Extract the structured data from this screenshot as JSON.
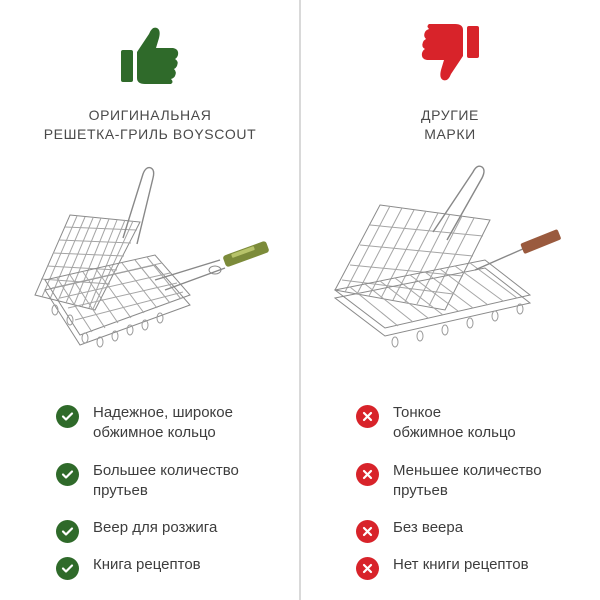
{
  "colors": {
    "good": "#2f6a2a",
    "bad": "#d8232a",
    "divider": "#d9d9d9",
    "handle_green": "#7c8b3a",
    "handle_brown": "#9a5a3e"
  },
  "left": {
    "icon": "thumbs-up-icon",
    "title_line1": "ОРИГИНАЛЬНАЯ",
    "title_line2": "РЕШЕТКА-ГРИЛЬ BOYSCOUT",
    "features": [
      {
        "icon": "check-icon",
        "line1": "Надежное, широкое",
        "line2": "обжимное кольцо"
      },
      {
        "icon": "check-icon",
        "line1": "Большее количество",
        "line2": "прутьев"
      },
      {
        "icon": "check-icon",
        "line1": "Веер для розжига",
        "line2": ""
      },
      {
        "icon": "check-icon",
        "line1": "Книга рецептов",
        "line2": ""
      }
    ]
  },
  "right": {
    "icon": "thumbs-down-icon",
    "title_line1": "ДРУГИЕ",
    "title_line2": "МАРКИ",
    "features": [
      {
        "icon": "cross-icon",
        "line1": "Тонкое",
        "line2": "обжимное кольцо"
      },
      {
        "icon": "cross-icon",
        "line1": "Меньшее количество",
        "line2": "прутьев"
      },
      {
        "icon": "cross-icon",
        "line1": "Без веера",
        "line2": ""
      },
      {
        "icon": "cross-icon",
        "line1": "Нет книги рецептов",
        "line2": ""
      }
    ]
  }
}
